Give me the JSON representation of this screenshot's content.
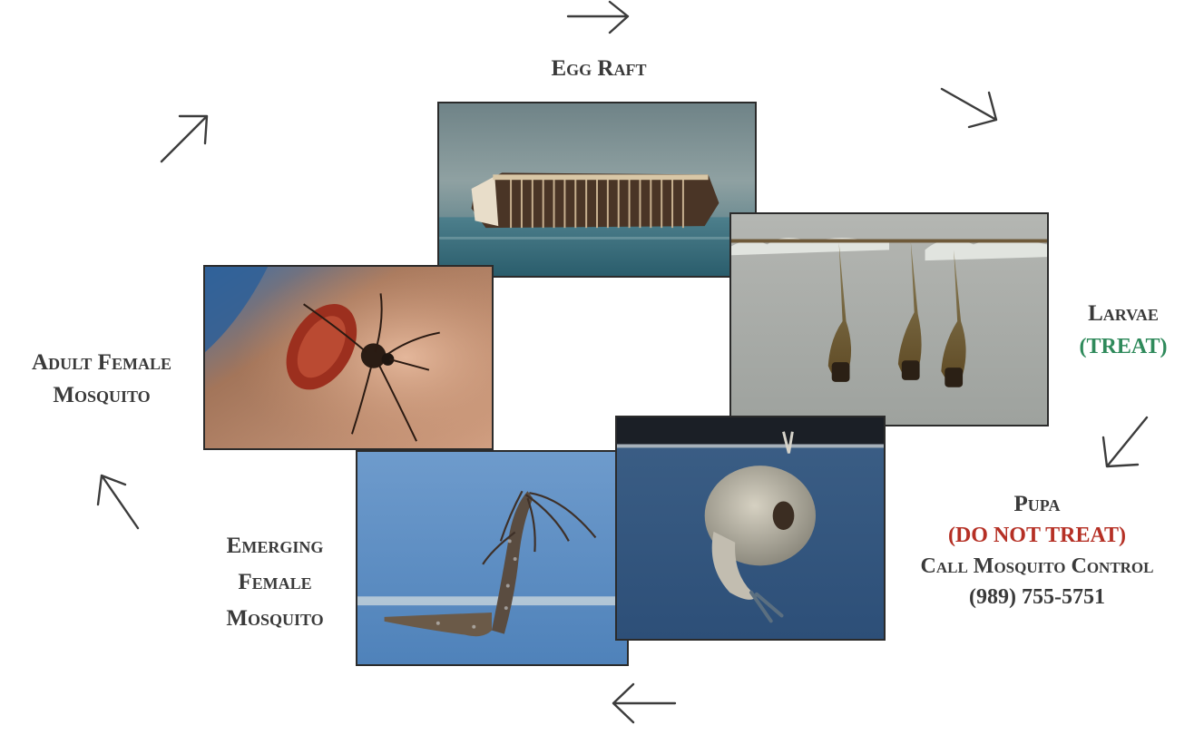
{
  "stages": {
    "egg_raft": {
      "title": "Egg Raft"
    },
    "larvae": {
      "title": "Larvae",
      "note": "(TREAT)"
    },
    "pupa": {
      "title": "Pupa",
      "note": "(DO NOT TREAT)",
      "action": "Call Mosquito Control",
      "phone": "(989) 755-5751"
    },
    "emerging": {
      "line1": "Emerging",
      "line2": "Female",
      "line3": "Mosquito"
    },
    "adult": {
      "line1": "Adult Female",
      "line2": "Mosquito"
    }
  },
  "colors": {
    "label_text": "#3a3a3a",
    "treat": "#2f8a5b",
    "do_not_treat": "#b53025"
  },
  "icons": {
    "arrows": [
      "arrow-right-icon",
      "arrow-down-right-icon",
      "arrow-down-left-icon",
      "arrow-left-icon",
      "arrow-up-left-icon",
      "arrow-up-right-icon"
    ]
  }
}
